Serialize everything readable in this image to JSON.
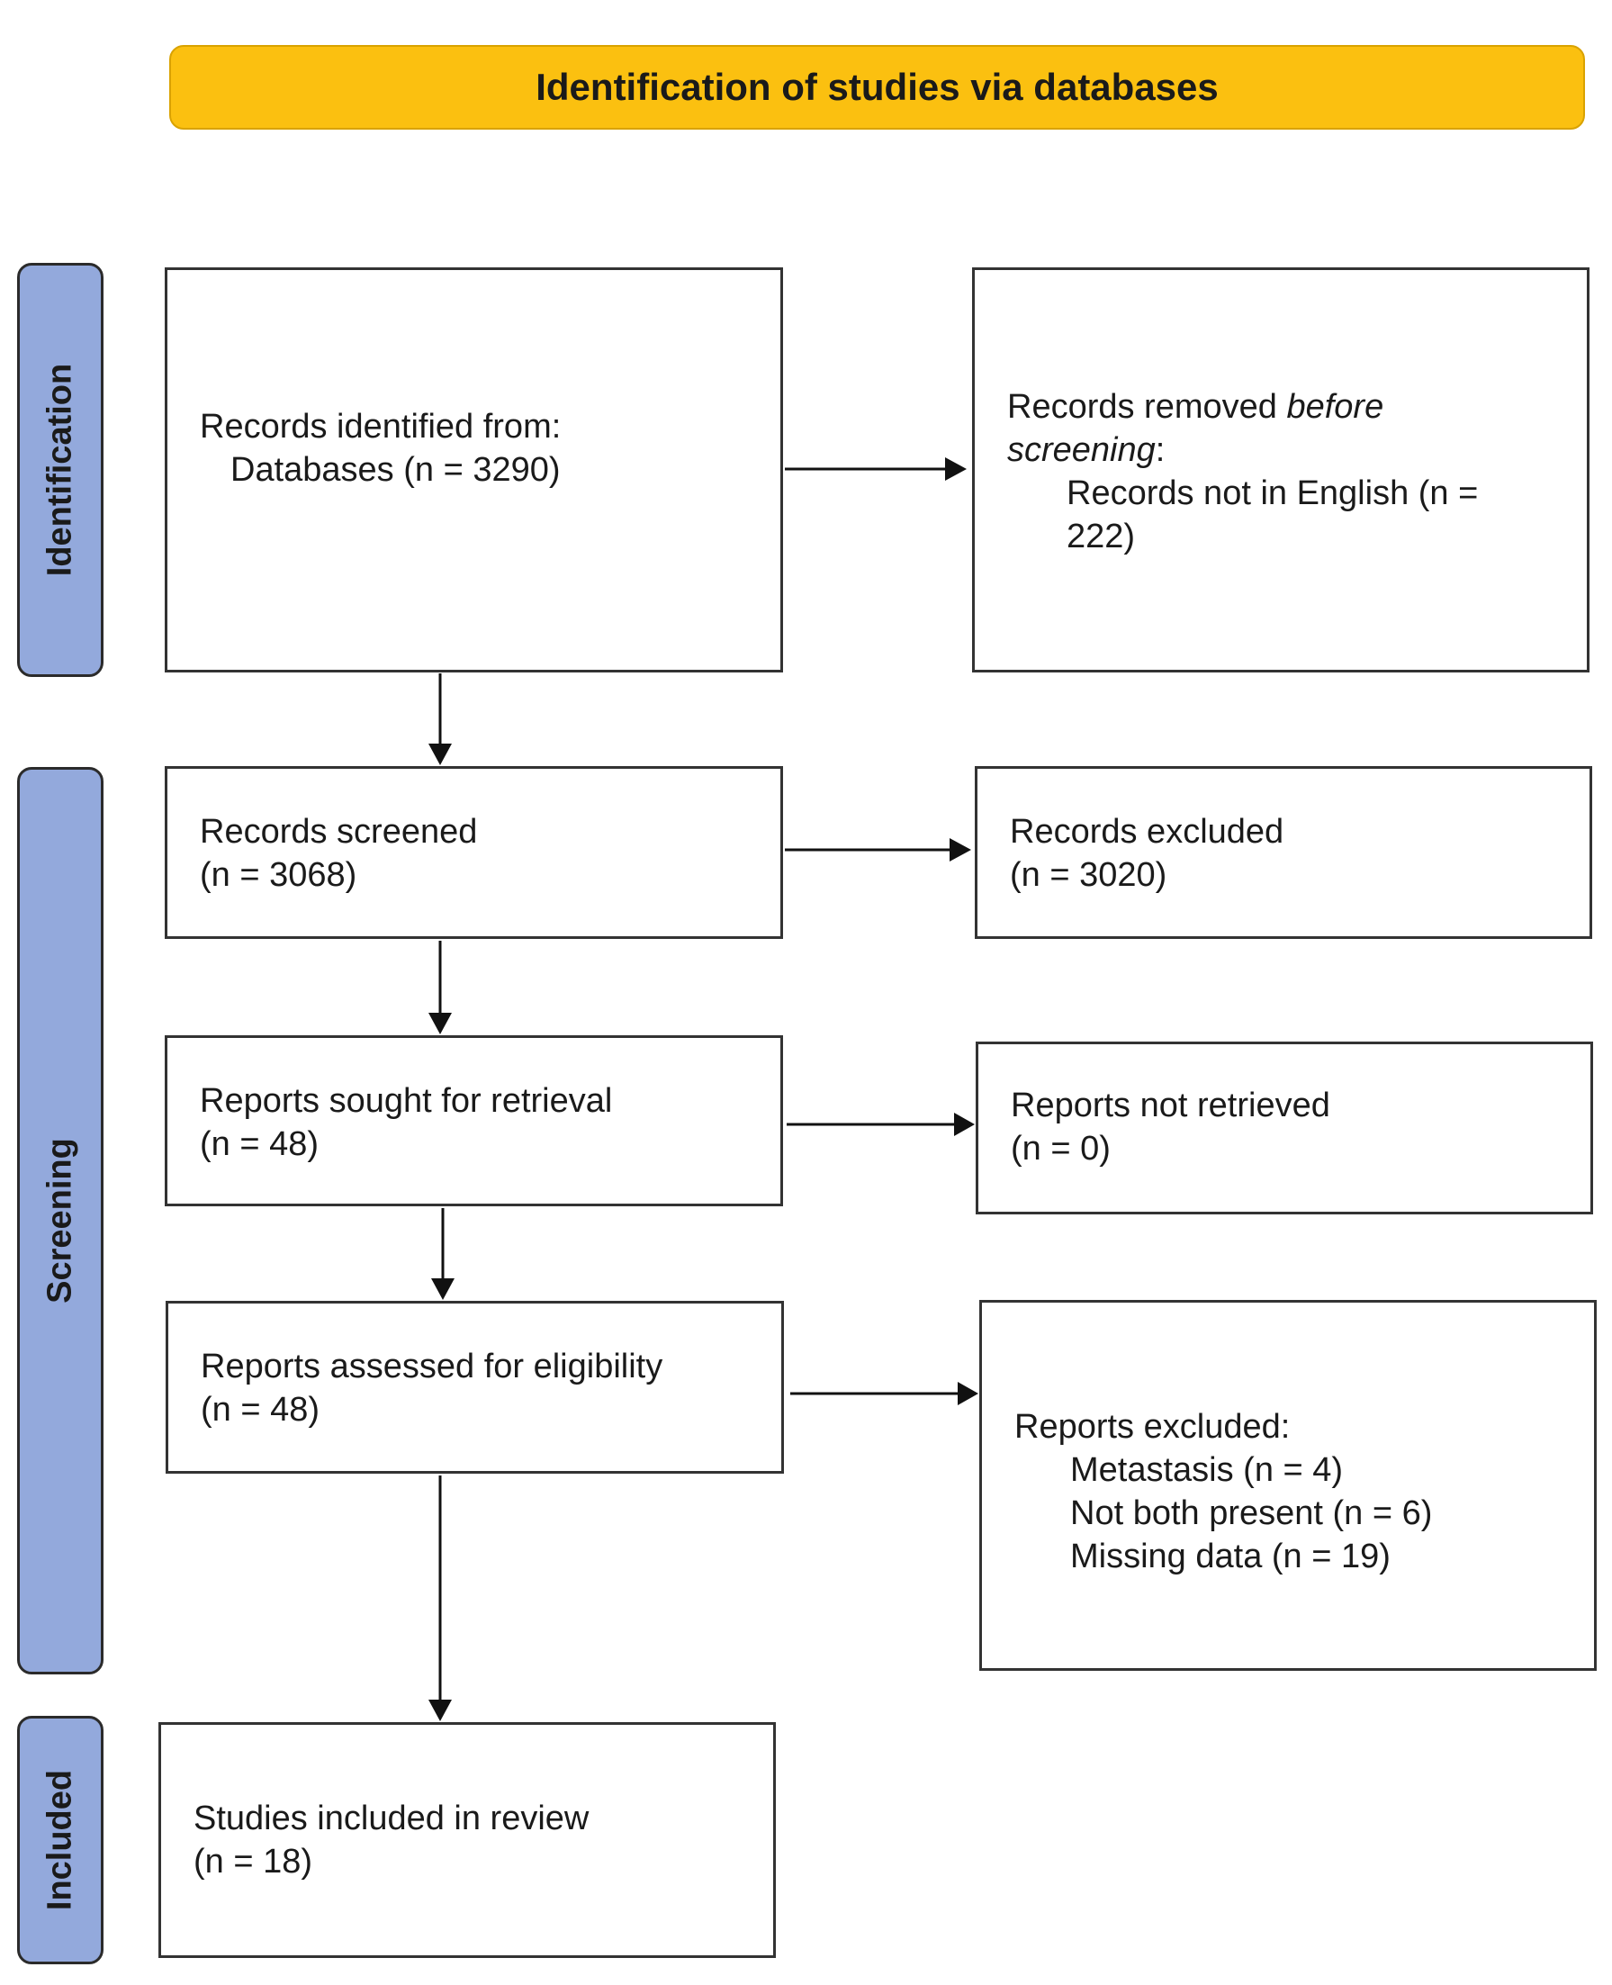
{
  "banner": "Identification of studies via databases",
  "phases": {
    "identification": "Identification",
    "screening": "Screening",
    "included": "Included"
  },
  "boxes": {
    "identified": {
      "line1": "Records identified from:",
      "line2": "Databases (n = 3290)"
    },
    "removed": {
      "line1_prefix": "Records removed ",
      "line1_italic": "before",
      "line2_italic": "screening",
      "line2_suffix": ":",
      "line3": "Records not in English (n =",
      "line4": "222)"
    },
    "screened": {
      "line1": "Records screened",
      "line2": "(n = 3068)"
    },
    "excluded": {
      "line1": "Records excluded",
      "line2": "(n = 3020)"
    },
    "sought": {
      "line1": "Reports sought for retrieval",
      "line2": "(n = 48)"
    },
    "not_retrieved": {
      "line1": "Reports not retrieved",
      "line2": "(n = 0)"
    },
    "assessed": {
      "line1": "Reports assessed for eligibility",
      "line2": "(n = 48)"
    },
    "reports_excluded": {
      "line1": "Reports excluded:",
      "line2": "Metastasis (n = 4)",
      "line3": "Not both present (n = 6)",
      "line4": "Missing data (n = 19)"
    },
    "included": {
      "line1": "Studies included in review",
      "line2": "(n = 18)"
    }
  }
}
